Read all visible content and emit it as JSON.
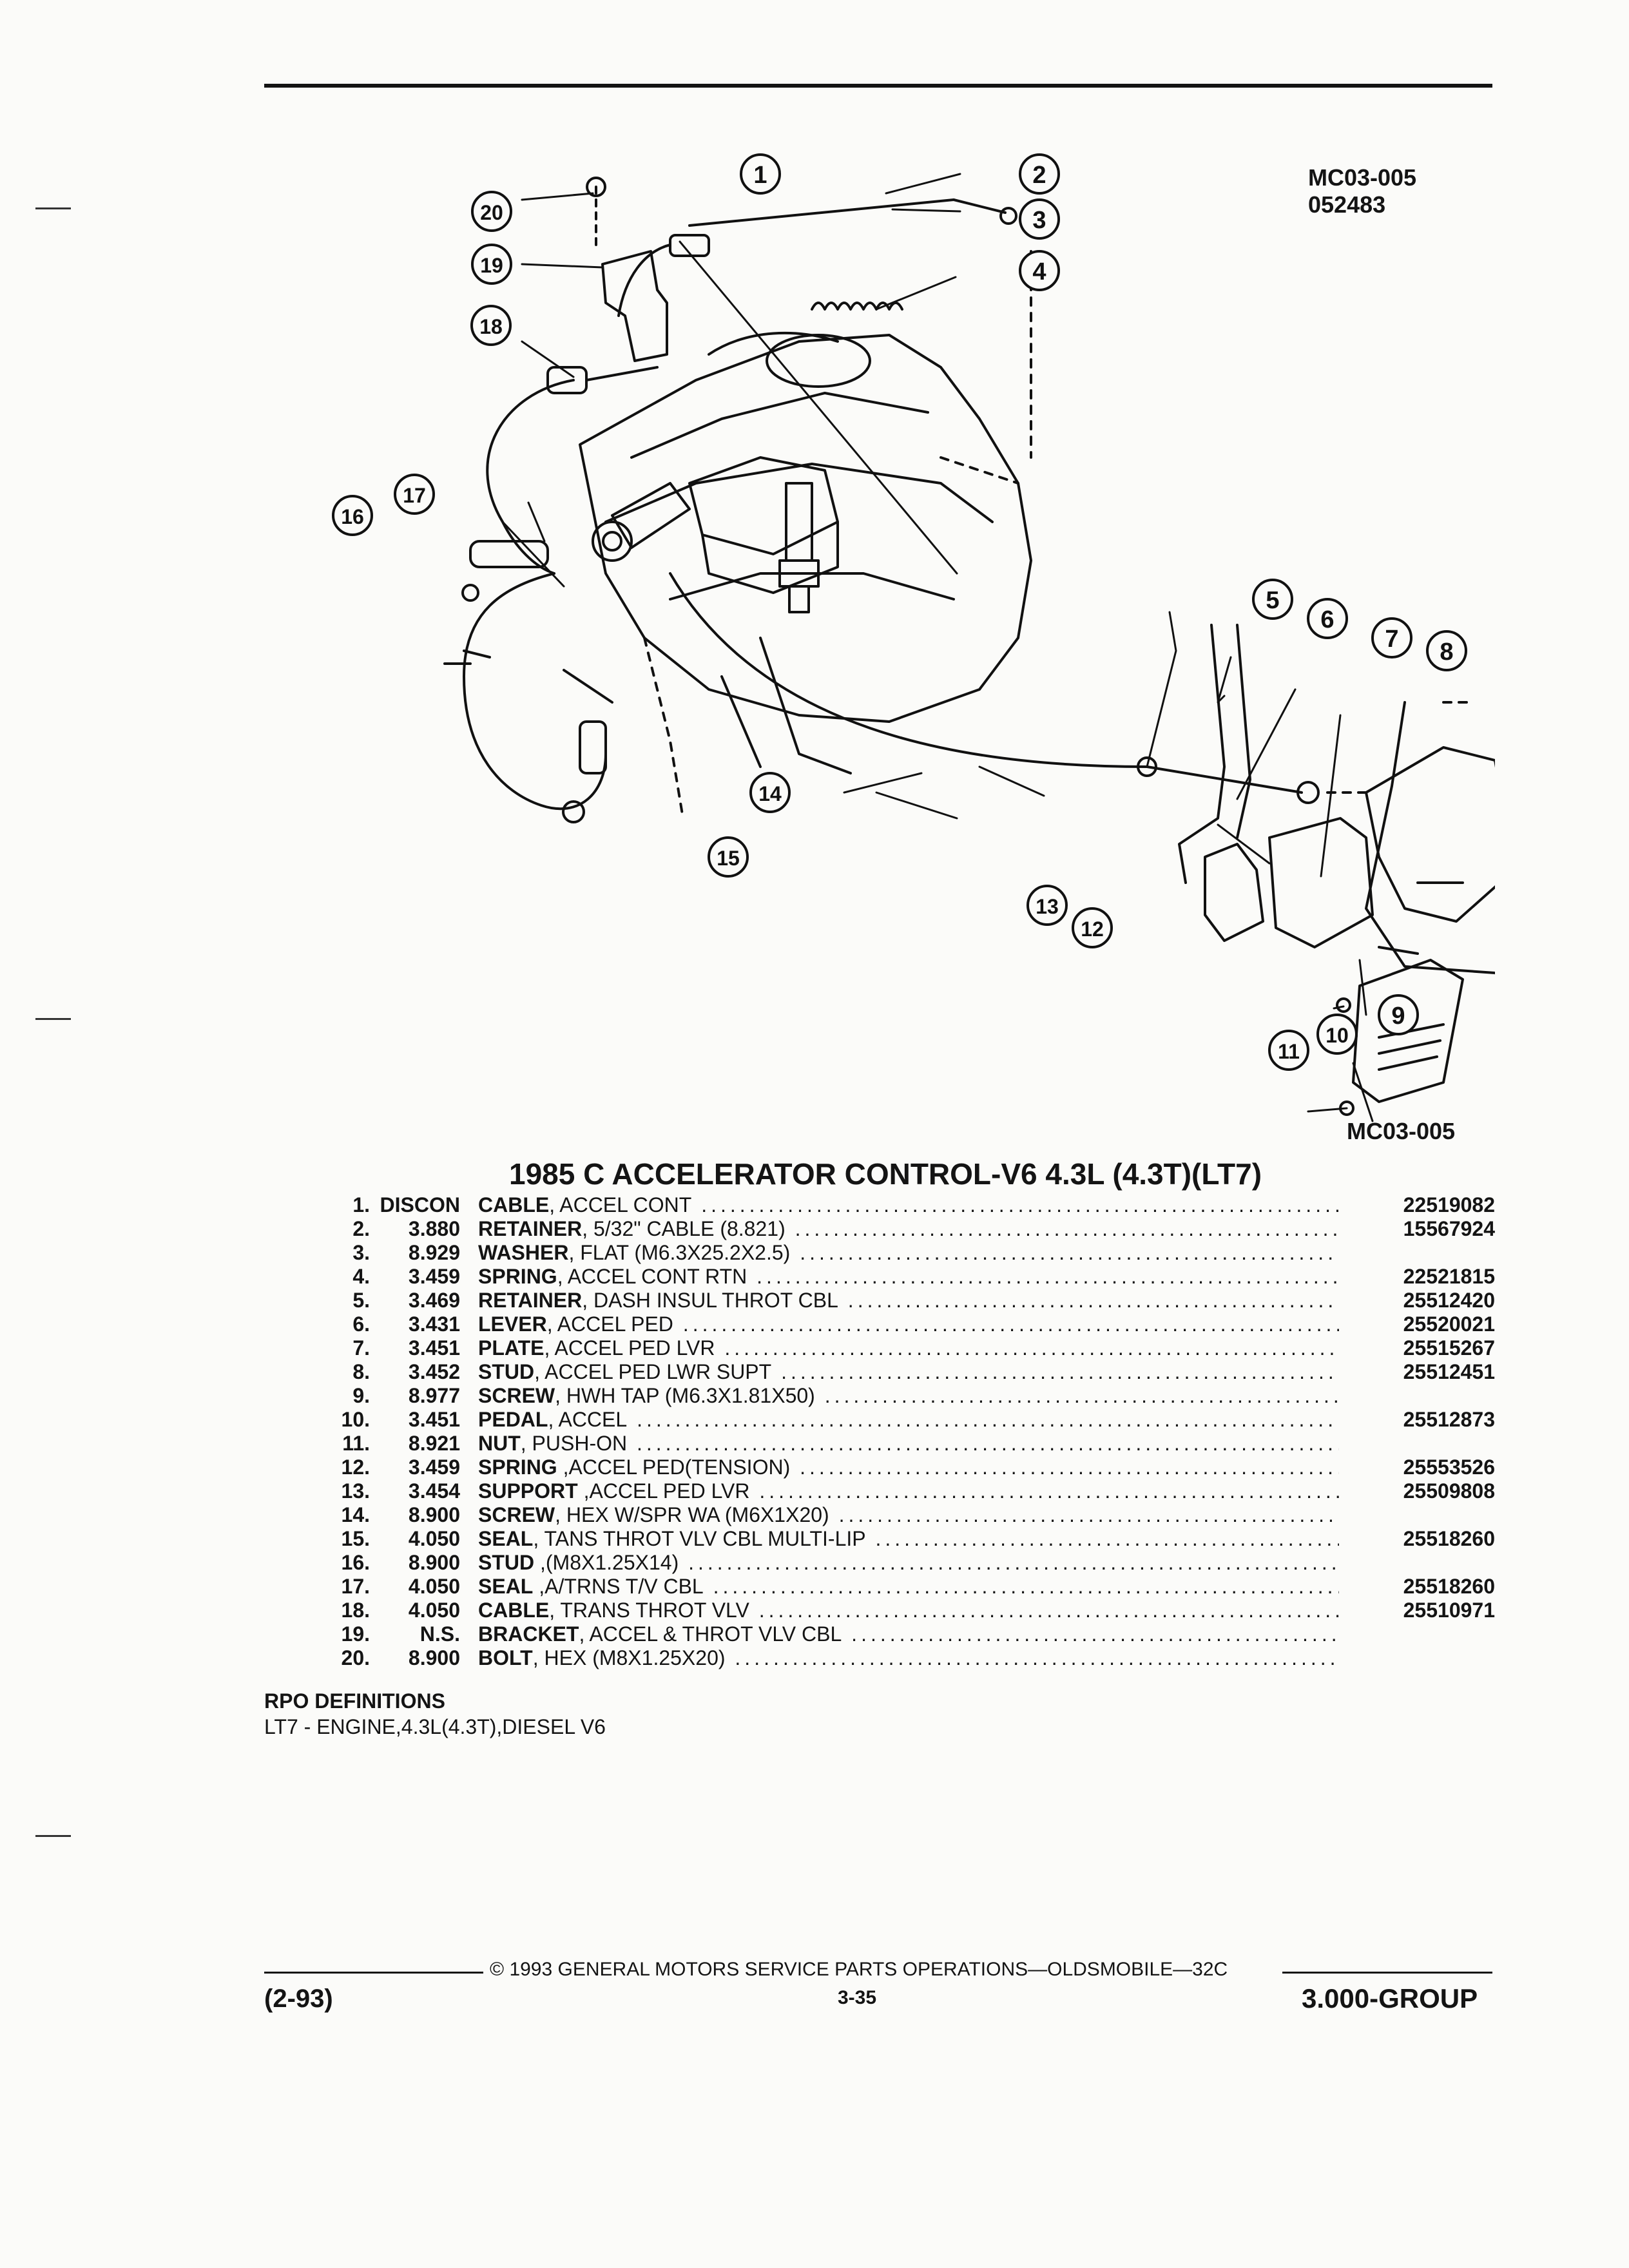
{
  "header": {
    "code_top": "MC03-005",
    "date_code": "052483"
  },
  "figure": {
    "code_bottom": "MC03-005",
    "callouts": [
      "1",
      "2",
      "3",
      "4",
      "5",
      "6",
      "7",
      "8",
      "9",
      "10",
      "11",
      "12",
      "13",
      "14",
      "15",
      "16",
      "17",
      "18",
      "19",
      "20"
    ]
  },
  "title": "1985 C ACCELERATOR CONTROL-V6 4.3L (4.3T)(LT7)",
  "parts": [
    {
      "num": "1.",
      "group": "DISCON",
      "name": "CABLE",
      "desc": ", ACCEL CONT",
      "part": "22519082"
    },
    {
      "num": "2.",
      "group": "3.880",
      "name": "RETAINER",
      "desc": ", 5/32\" CABLE (8.821)",
      "part": "15567924"
    },
    {
      "num": "3.",
      "group": "8.929",
      "name": "WASHER",
      "desc": ", FLAT (M6.3X25.2X2.5)",
      "part": ""
    },
    {
      "num": "4.",
      "group": "3.459",
      "name": "SPRING",
      "desc": ", ACCEL CONT RTN",
      "part": "22521815"
    },
    {
      "num": "5.",
      "group": "3.469",
      "name": "RETAINER",
      "desc": ", DASH INSUL THROT CBL",
      "part": "25512420"
    },
    {
      "num": "6.",
      "group": "3.431",
      "name": "LEVER",
      "desc": ", ACCEL PED",
      "part": "25520021"
    },
    {
      "num": "7.",
      "group": "3.451",
      "name": "PLATE",
      "desc": ", ACCEL PED LVR",
      "part": "25515267"
    },
    {
      "num": "8.",
      "group": "3.452",
      "name": "STUD",
      "desc": ", ACCEL PED LWR SUPT",
      "part": "25512451"
    },
    {
      "num": "9.",
      "group": "8.977",
      "name": "SCREW",
      "desc": ", HWH TAP (M6.3X1.81X50)",
      "part": ""
    },
    {
      "num": "10.",
      "group": "3.451",
      "name": "PEDAL",
      "desc": ", ACCEL",
      "part": "25512873"
    },
    {
      "num": "11.",
      "group": "8.921",
      "name": "NUT",
      "desc": ", PUSH-ON",
      "part": ""
    },
    {
      "num": "12.",
      "group": "3.459",
      "name": "SPRING",
      "desc": " ,ACCEL PED(TENSION)",
      "part": "25553526"
    },
    {
      "num": "13.",
      "group": "3.454",
      "name": "SUPPORT",
      "desc": " ,ACCEL PED LVR",
      "part": "25509808"
    },
    {
      "num": "14.",
      "group": "8.900",
      "name": "SCREW",
      "desc": ", HEX W/SPR WA (M6X1X20)",
      "part": ""
    },
    {
      "num": "15.",
      "group": "4.050",
      "name": "SEAL",
      "desc": ", TANS THROT VLV CBL MULTI-LIP",
      "part": "25518260"
    },
    {
      "num": "16.",
      "group": "8.900",
      "name": "STUD",
      "desc": " ,(M8X1.25X14)",
      "part": ""
    },
    {
      "num": "17.",
      "group": "4.050",
      "name": "SEAL",
      "desc": " ,A/TRNS T/V CBL",
      "part": "25518260"
    },
    {
      "num": "18.",
      "group": "4.050",
      "name": "CABLE",
      "desc": ", TRANS THROT VLV",
      "part": "25510971"
    },
    {
      "num": "19.",
      "group": "N.S.",
      "name": "BRACKET",
      "desc": ", ACCEL & THROT VLV CBL",
      "part": ""
    },
    {
      "num": "20.",
      "group": "8.900",
      "name": "BOLT",
      "desc": ", HEX (M8X1.25X20)",
      "part": ""
    }
  ],
  "rpo": {
    "title": "RPO DEFINITIONS",
    "line": "LT7 - ENGINE,4.3L(4.3T),DIESEL V6"
  },
  "footer": {
    "copyright": "© 1993 GENERAL MOTORS SERVICE PARTS OPERATIONS—OLDSMOBILE—32C",
    "date": "(2-93)",
    "page": "3-35",
    "group": "3.000-GROUP"
  }
}
